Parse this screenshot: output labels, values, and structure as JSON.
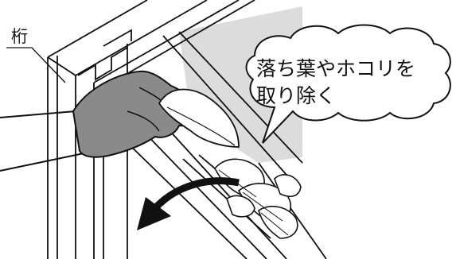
{
  "labels": {
    "beam": "桁"
  },
  "callout": {
    "line1": "落ち葉やホコリを",
    "line2": "取り除く"
  },
  "colors": {
    "glove": "#8a8a8a",
    "shadow": "#dcdcdc",
    "line": "#111111"
  },
  "icons": {
    "arrow": "curved-arrow-icon"
  }
}
